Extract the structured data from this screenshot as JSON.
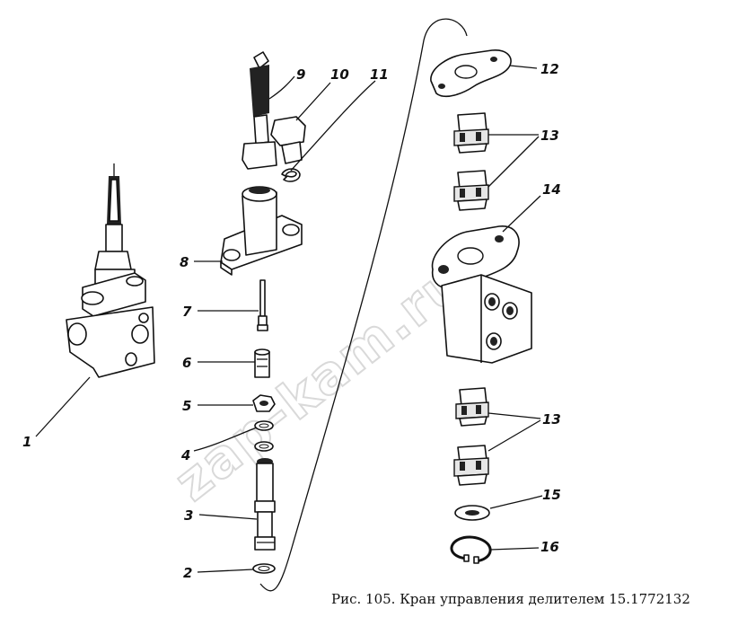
{
  "caption": "Рис. 105. Кран управления делителем 15.1772132",
  "watermark": "zap-kam.ru",
  "labels": {
    "l1": "1",
    "l2": "2",
    "l3": "3",
    "l4": "4",
    "l5": "5",
    "l6": "6",
    "l7": "7",
    "l8": "8",
    "l9": "9",
    "l10": "10",
    "l11": "11",
    "l12": "12",
    "l13a": "13",
    "l13b": "13",
    "l14": "14",
    "l15": "15",
    "l16": "16"
  }
}
